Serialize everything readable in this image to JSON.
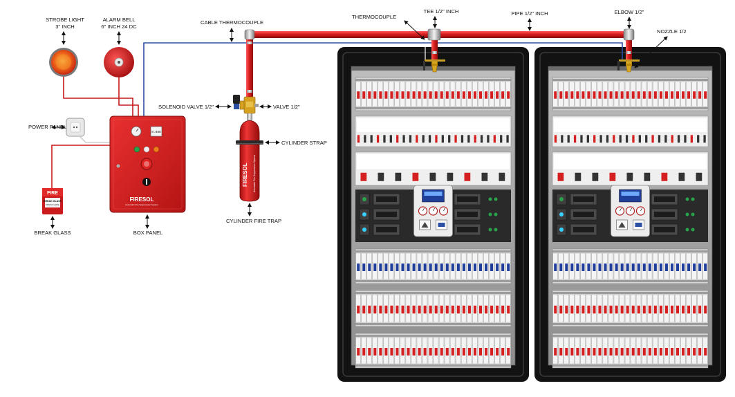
{
  "labels": {
    "strobe_light": "STROBE LIGHT",
    "strobe_size": "3\" INCH",
    "alarm_bell": "ALARM BELL",
    "alarm_size": "6\" INCH 24 DC",
    "cable_thermocouple": "CABLE THERMOCOUPLE",
    "thermocouple": "THERMOCOUPLE",
    "tee": "TEE 1/2\" INCH",
    "pipe": "PIPE 1/2\" INCH",
    "elbow": "ELBOW 1/2\"",
    "nozzle": "NOZZLE 1/2",
    "solenoid_valve": "SOLENOID VALVE 1/2\"",
    "valve": "VALVE 1/2\"",
    "cylinder_strap": "CYLINDER STRAP",
    "cylinder_fire_trap": "CYLINDER FIRE TRAP",
    "power_panel": "POWER PANEL",
    "box_panel": "BOX PANEL",
    "break_glass": "BREAK GLASS"
  },
  "devices": {
    "box_brand": "FIRESOL",
    "box_subtitle": "Automatic Fire Suppression System",
    "box_display": "8.888",
    "cylinder_brand": "FIRESOL",
    "cylinder_subtitle": "Automatic Fire Suppression System",
    "break_glass_title": "FIRE",
    "break_glass_text": "BREAK GLASS",
    "break_glass_sub": "PRESS HERE"
  },
  "colors": {
    "pipe_red": "#d81e1e",
    "cable_blue": "#2c4fa3",
    "cabinet_black": "#121212",
    "breaker_red": "#d42020",
    "breaker_blue": "#1f3f9a",
    "panel_gray": "#a9a9a9"
  }
}
